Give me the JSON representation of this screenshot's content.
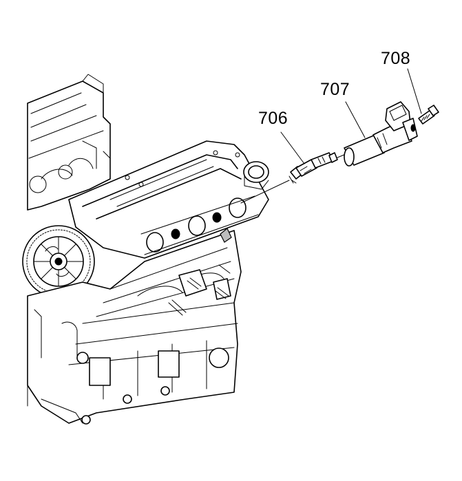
{
  "callouts": {
    "p706": "706",
    "p707": "707",
    "p708": "708"
  },
  "colors": {
    "line": "#000000",
    "background": "#ffffff"
  }
}
